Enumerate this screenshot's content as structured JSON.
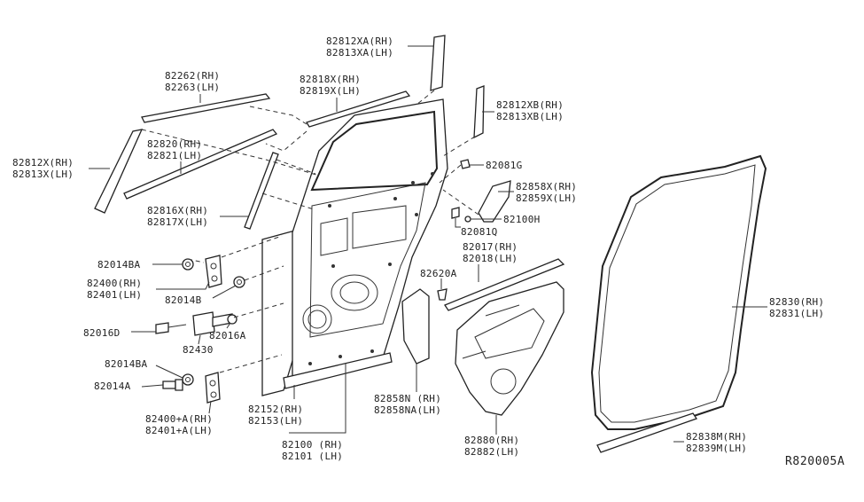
{
  "diagram_id": "R820005A",
  "labels": {
    "l82812xa": [
      "82812XA(RH)",
      "82813XA(LH)"
    ],
    "l82262": [
      "82262(RH)",
      "82263(LH)"
    ],
    "l82818x": [
      "82818X(RH)",
      "82819X(LH)"
    ],
    "l82812xb": [
      "82812XB(RH)",
      "82813XB(LH)"
    ],
    "l82820": [
      "82820(RH)",
      "82821(LH)"
    ],
    "l82812x": [
      "82812X(RH)",
      "82813X(LH)"
    ],
    "l82816x": [
      "82816X(RH)",
      "82817X(LH)"
    ],
    "l82081g": [
      "82081G"
    ],
    "l82858x": [
      "82858X(RH)",
      "82859X(LH)"
    ],
    "l82100h": [
      "82100H"
    ],
    "l82081q": [
      "82081Q"
    ],
    "l82017": [
      "82017(RH)",
      "82018(LH)"
    ],
    "l82014ba_top": [
      "82014BA"
    ],
    "l82400": [
      "82400(RH)",
      "82401(LH)"
    ],
    "l82014b": [
      "82014B"
    ],
    "l82620a": [
      "82620A"
    ],
    "l82016d": [
      "82016D"
    ],
    "l82016a": [
      "82016A"
    ],
    "l82430": [
      "82430"
    ],
    "l82014ba_bot": [
      "82014BA"
    ],
    "l82014a": [
      "82014A"
    ],
    "l82400a": [
      "82400+A(RH)",
      "82401+A(LH)"
    ],
    "l82152": [
      "82152(RH)",
      "82153(LH)"
    ],
    "l82858n": [
      "82858N (RH)",
      "82858NA(LH)"
    ],
    "l82100": [
      "82100 (RH)",
      "82101 (LH)"
    ],
    "l82880": [
      "82880(RH)",
      "82882(LH)"
    ],
    "l82830": [
      "82830(RH)",
      "82831(LH)"
    ],
    "l82838m": [
      "82838M(RH)",
      "82839M(LH)"
    ]
  }
}
